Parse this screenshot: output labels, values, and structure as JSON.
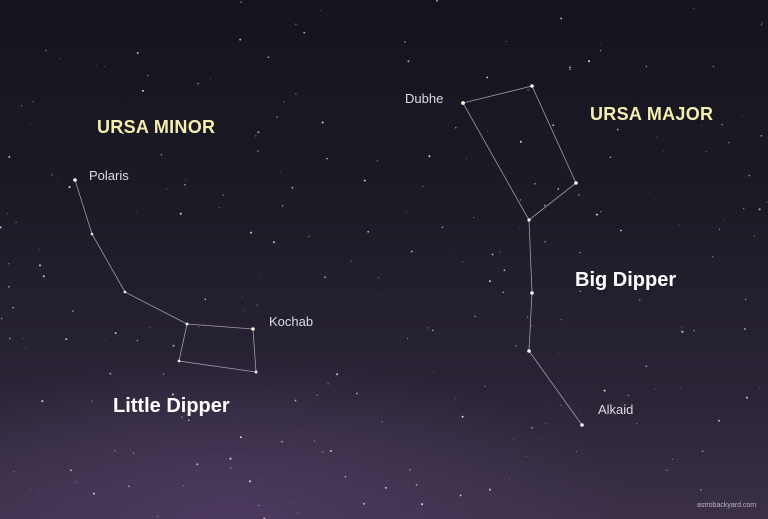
{
  "constellations": {
    "ursa_minor": "URSA MINOR",
    "ursa_major": "URSA MAJOR"
  },
  "asterisms": {
    "little_dipper": "Little Dipper",
    "big_dipper": "Big Dipper"
  },
  "stars": {
    "polaris": "Polaris",
    "kochab": "Kochab",
    "dubhe": "Dubhe",
    "alkaid": "Alkaid"
  },
  "credit": "astrobackyard.com",
  "colors": {
    "constellation_label": "#f4eeb0",
    "asterism_label": "#ffffff",
    "star_label": "#dcdce4",
    "lines": "#c9c6d6"
  }
}
